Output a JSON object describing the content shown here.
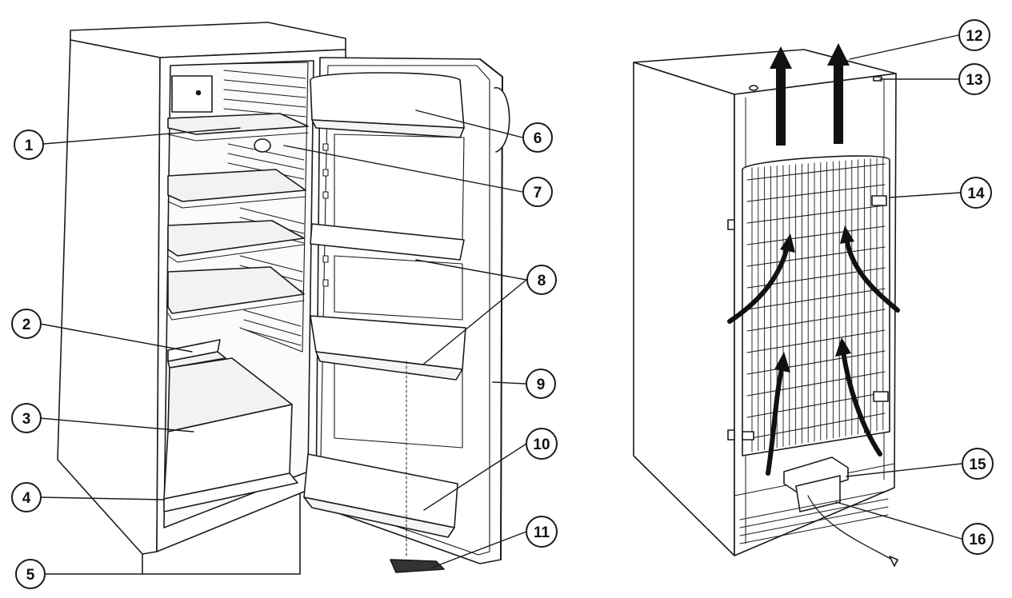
{
  "callouts": [
    {
      "id": "1",
      "label": "1"
    },
    {
      "id": "2",
      "label": "2"
    },
    {
      "id": "3",
      "label": "3"
    },
    {
      "id": "4",
      "label": "4"
    },
    {
      "id": "5",
      "label": "5"
    },
    {
      "id": "6",
      "label": "6"
    },
    {
      "id": "7",
      "label": "7"
    },
    {
      "id": "8",
      "label": "8"
    },
    {
      "id": "9",
      "label": "9"
    },
    {
      "id": "10",
      "label": "10"
    },
    {
      "id": "11",
      "label": "11"
    },
    {
      "id": "12",
      "label": "12"
    },
    {
      "id": "13",
      "label": "13"
    },
    {
      "id": "14",
      "label": "14"
    },
    {
      "id": "15",
      "label": "15"
    },
    {
      "id": "16",
      "label": "16"
    }
  ],
  "colors": {
    "line": "#1a1a1a",
    "background": "#ffffff",
    "shelf": "#f2f2f2",
    "arrow": "#111111"
  }
}
